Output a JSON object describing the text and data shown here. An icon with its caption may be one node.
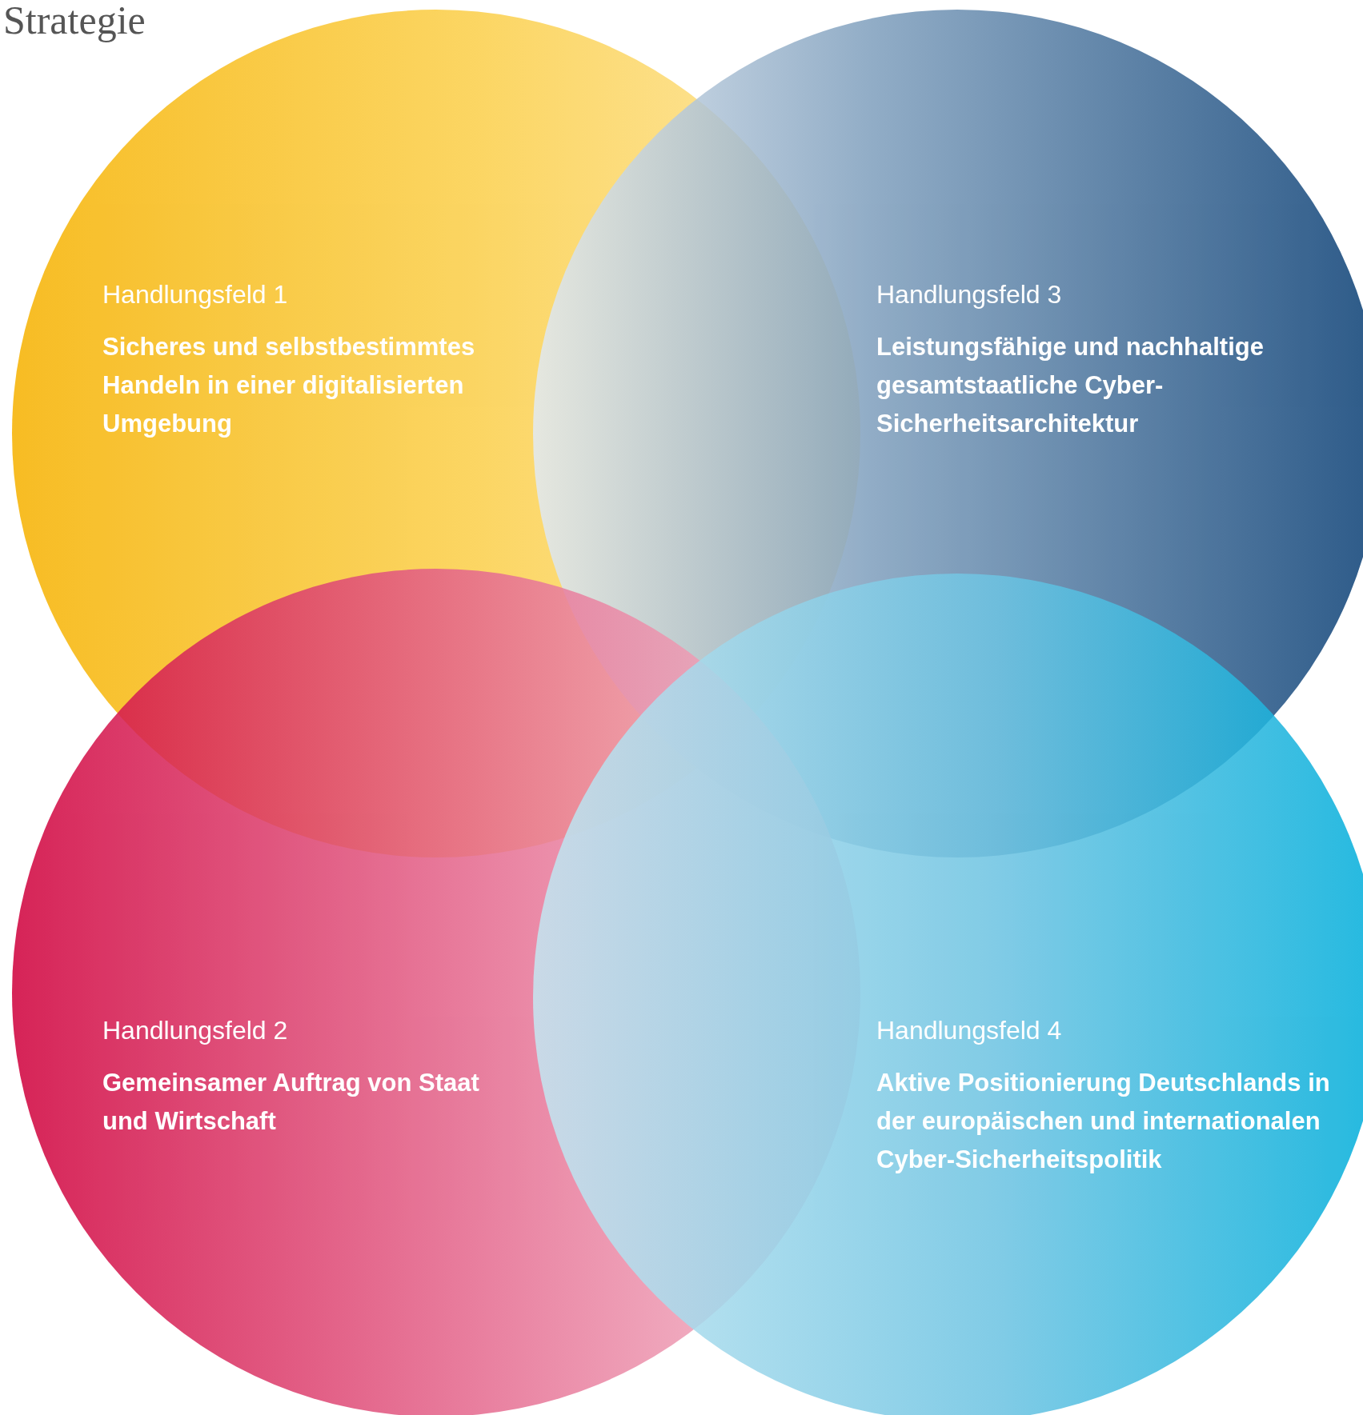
{
  "diagram": {
    "title": "Strategie",
    "nodes": [
      {
        "text": [
          "Handlungsfeld 1",
          "Sicheres und selbstbestimmtes Handeln in einer digitalisierten Umgebung"
        ]
      },
      {
        "text": [
          "Handlungsfeld 3",
          "Leistungsfähige und nachhaltige gesamtstaatliche Cyber-Sicherheitsarchitektur"
        ]
      },
      {
        "text": [
          "Handlungsfeld 2",
          "Gemeinsamer Auftrag von Staat und Wirtschaft"
        ]
      },
      {
        "text": [
          "Handlungsfeld 4",
          "Aktive Positionierung Deutschlands in der europäischen und internationalen Cyber-Sicherheitspolitik"
        ]
      }
    ],
    "edges": []
  }
}
